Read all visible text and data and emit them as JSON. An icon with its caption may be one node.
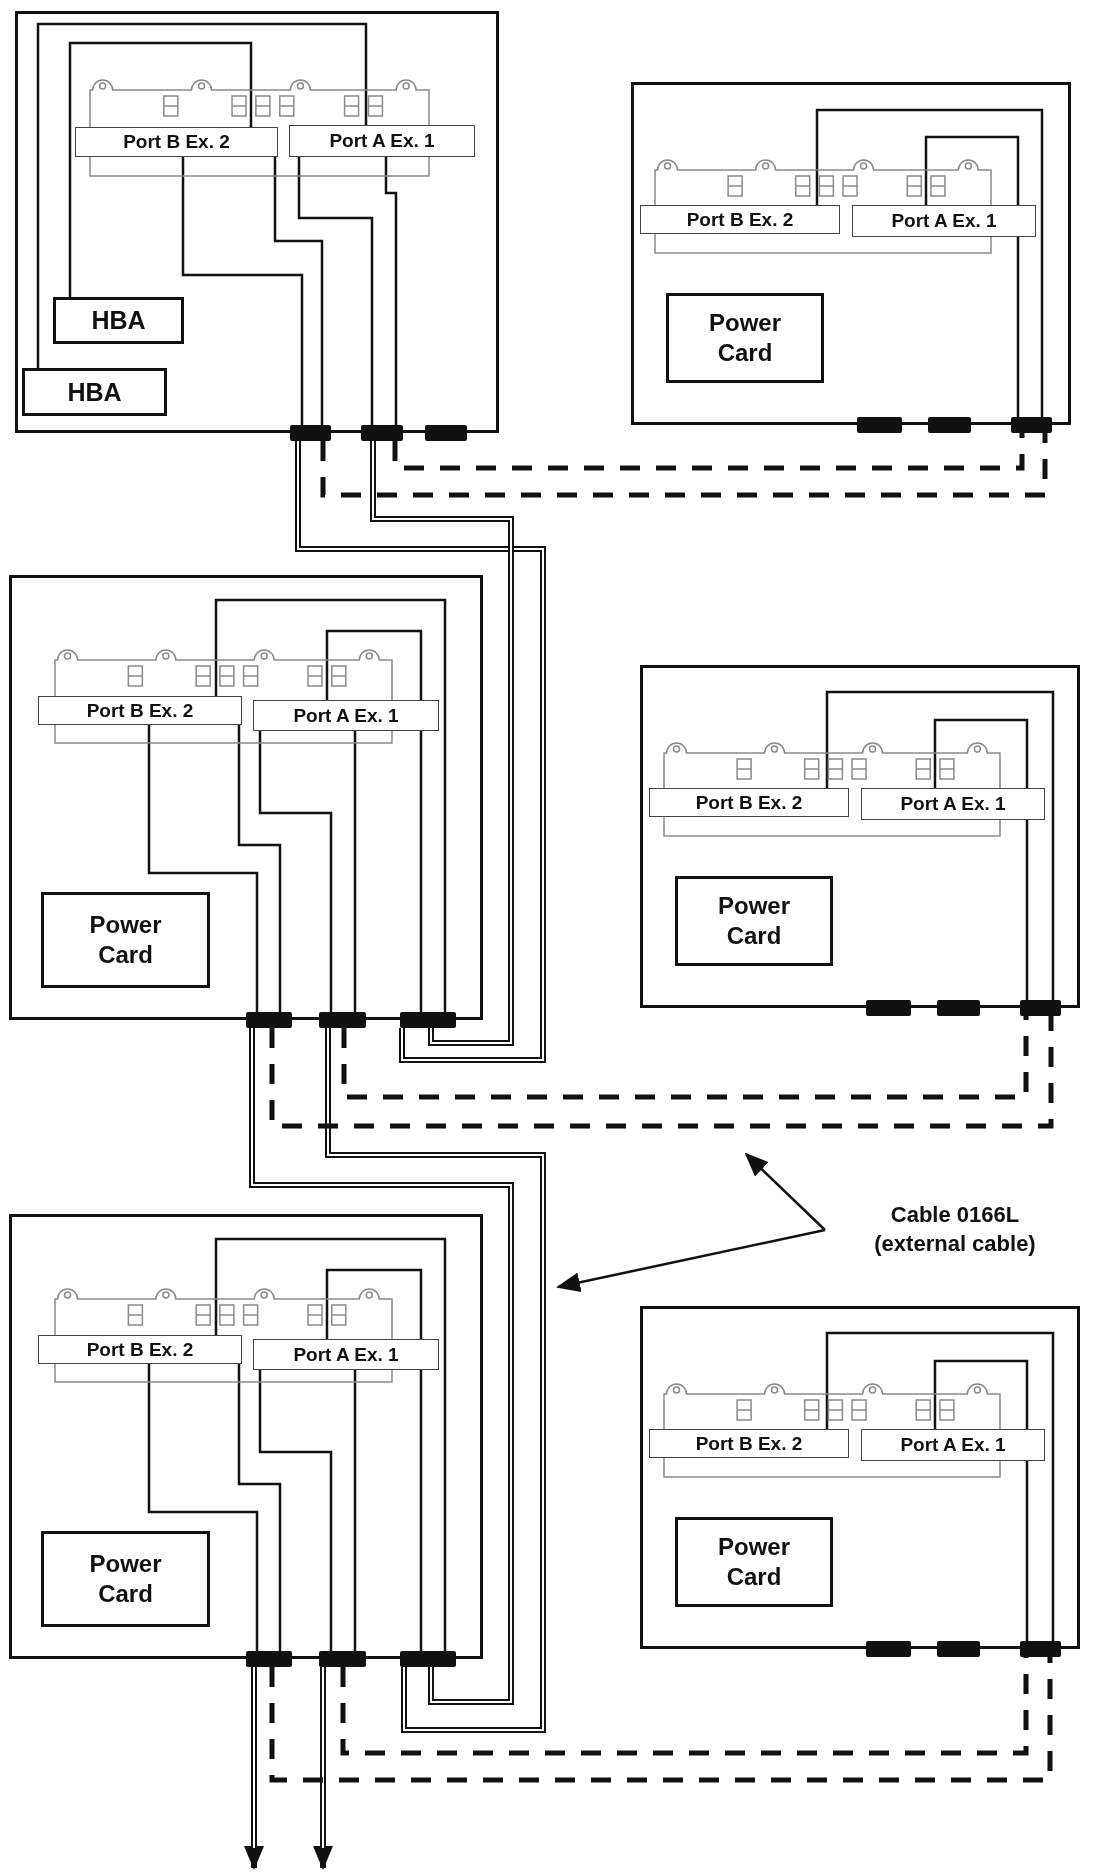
{
  "diagram": {
    "nodes": [
      {
        "text": [],
        "shape": "box"
      },
      {
        "text": [
          "Port B Ex. 2"
        ],
        "in": 0
      },
      {
        "text": [
          "Port A Ex. 1"
        ],
        "in": 0
      },
      {
        "text": [
          "HBA"
        ],
        "in": 0
      },
      {
        "text": [
          "HBA"
        ],
        "in": 0
      },
      {
        "text": [],
        "shape": "bar",
        "in": 0
      },
      {
        "text": [],
        "shape": "bar",
        "in": 0
      },
      {
        "text": [],
        "shape": "bar",
        "in": 0
      },
      {
        "text": [],
        "shape": "box"
      },
      {
        "text": [
          "Port B Ex. 2"
        ],
        "in": 8
      },
      {
        "text": [
          "Port A Ex. 1"
        ],
        "in": 8
      },
      {
        "text": [
          "Power Card"
        ],
        "in": 8
      },
      {
        "text": [],
        "shape": "bar",
        "in": 8
      },
      {
        "text": [],
        "shape": "bar",
        "in": 8
      },
      {
        "text": [],
        "shape": "bar",
        "in": 8
      },
      {
        "text": [],
        "shape": "box"
      },
      {
        "text": [
          "Port B Ex. 2"
        ],
        "in": 15
      },
      {
        "text": [
          "Port A Ex. 1"
        ],
        "in": 15
      },
      {
        "text": [
          "Power Card"
        ],
        "in": 15
      },
      {
        "text": [],
        "shape": "bar",
        "in": 15
      },
      {
        "text": [],
        "shape": "bar",
        "in": 15
      },
      {
        "text": [],
        "shape": "bar",
        "in": 15
      },
      {
        "text": [],
        "shape": "box"
      },
      {
        "text": [
          "Port B Ex. 2"
        ],
        "in": 22
      },
      {
        "text": [
          "Port A Ex. 1"
        ],
        "in": 22
      },
      {
        "text": [
          "Power Card"
        ],
        "in": 22
      },
      {
        "text": [],
        "shape": "bar",
        "in": 22
      },
      {
        "text": [],
        "shape": "bar",
        "in": 22
      },
      {
        "text": [],
        "shape": "bar",
        "in": 22
      },
      {
        "text": [],
        "shape": "box"
      },
      {
        "text": [
          "Port B Ex. 2"
        ],
        "in": 29
      },
      {
        "text": [
          "Port A Ex. 1"
        ],
        "in": 29
      },
      {
        "text": [
          "Power Card"
        ],
        "in": 29
      },
      {
        "text": [],
        "shape": "bar",
        "in": 29
      },
      {
        "text": [],
        "shape": "bar",
        "in": 29
      },
      {
        "text": [],
        "shape": "bar",
        "in": 29
      },
      {
        "text": [],
        "shape": "box"
      },
      {
        "text": [
          "Port B Ex. 2"
        ],
        "in": 36
      },
      {
        "text": [
          "Port A Ex. 1"
        ],
        "in": 36
      },
      {
        "text": [
          "Power Card"
        ],
        "in": 36
      },
      {
        "text": [],
        "shape": "bar",
        "in": 36
      },
      {
        "text": [],
        "shape": "bar",
        "in": 36
      },
      {
        "text": [],
        "shape": "bar",
        "in": 36
      },
      {
        "text": [
          "Cable 0166L (external cable)"
        ]
      }
    ],
    "edges": [
      {
        "from": 3,
        "to": 1,
        "arrow": "none"
      },
      {
        "from": 4,
        "to": 2,
        "arrow": "none"
      },
      {
        "from": 1,
        "to": 5,
        "arrow": "none"
      },
      {
        "from": 1,
        "to": 5,
        "arrow": "none"
      },
      {
        "from": 2,
        "to": 6,
        "arrow": "none"
      },
      {
        "from": 2,
        "to": 6,
        "arrow": "none"
      },
      {
        "from": 9,
        "to": 14,
        "arrow": "none"
      },
      {
        "from": 10,
        "to": 14,
        "arrow": "none"
      },
      {
        "from": 16,
        "to": 21,
        "arrow": "none"
      },
      {
        "from": 17,
        "to": 21,
        "arrow": "none"
      },
      {
        "from": 16,
        "to": 19,
        "arrow": "none"
      },
      {
        "from": 16,
        "to": 19,
        "arrow": "none"
      },
      {
        "from": 17,
        "to": 20,
        "arrow": "none"
      },
      {
        "from": 17,
        "to": 20,
        "arrow": "none"
      },
      {
        "from": 23,
        "to": 28,
        "arrow": "none"
      },
      {
        "from": 24,
        "to": 28,
        "arrow": "none"
      },
      {
        "from": 30,
        "to": 35,
        "arrow": "none"
      },
      {
        "from": 31,
        "to": 35,
        "arrow": "none"
      },
      {
        "from": 30,
        "to": 33,
        "arrow": "none"
      },
      {
        "from": 30,
        "to": 33,
        "arrow": "none"
      },
      {
        "from": 31,
        "to": 34,
        "arrow": "none"
      },
      {
        "from": 31,
        "to": 34,
        "arrow": "none"
      },
      {
        "from": 37,
        "to": 42,
        "arrow": "none"
      },
      {
        "from": 38,
        "to": 42,
        "arrow": "none"
      },
      {
        "from": 5,
        "to": 21,
        "arrow": "none",
        "style": "thick"
      },
      {
        "from": 6,
        "to": 21,
        "arrow": "none",
        "style": "thick"
      },
      {
        "from": 5,
        "to": 14,
        "arrow": "none",
        "style": "dashed"
      },
      {
        "from": 6,
        "to": 14,
        "arrow": "none",
        "style": "dashed"
      },
      {
        "from": 19,
        "to": 35,
        "arrow": "none",
        "style": "thick"
      },
      {
        "from": 20,
        "to": 35,
        "arrow": "none",
        "style": "thick"
      },
      {
        "from": 19,
        "to": 28,
        "arrow": "none",
        "style": "dashed"
      },
      {
        "from": 20,
        "to": 28,
        "arrow": "none",
        "style": "dashed"
      },
      {
        "from": 33,
        "to": null,
        "arrow": "to",
        "style": "thick"
      },
      {
        "from": 34,
        "to": null,
        "arrow": "to",
        "style": "thick"
      },
      {
        "from": 33,
        "to": 42,
        "arrow": "none",
        "style": "dashed"
      },
      {
        "from": 34,
        "to": 42,
        "arrow": "none",
        "style": "dashed"
      },
      {
        "from": 43,
        "to": null,
        "arrow": "to"
      },
      {
        "from": 43,
        "to": null,
        "arrow": "to"
      }
    ]
  }
}
